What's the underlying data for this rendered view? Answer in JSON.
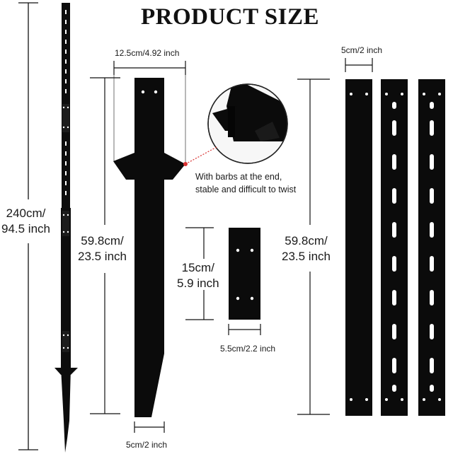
{
  "title": "PRODUCT SIZE",
  "labels": {
    "total_length_line1": "240cm/",
    "total_length_line2": "94.5 inch",
    "stake_width_top": "12.5cm/4.92 inch",
    "stake_height_line1": "59.8cm/",
    "stake_height_line2": "23.5 inch",
    "stake_width_bottom": "5cm/2 inch",
    "barb_note_line1": "With barbs at the end,",
    "barb_note_line2": "stable and difficult to twist",
    "connector_height_line1": "15cm/",
    "connector_height_line2": "5.9 inch",
    "connector_width": "5.5cm/2.2 inch",
    "bar_width": "5cm/2 inch",
    "bar_height_line1": "59.8cm/",
    "bar_height_line2": "23.5 inch"
  },
  "colors": {
    "metal": "#0b0b0b",
    "dimension_line": "#111111",
    "callout_dot": "#d93030"
  }
}
